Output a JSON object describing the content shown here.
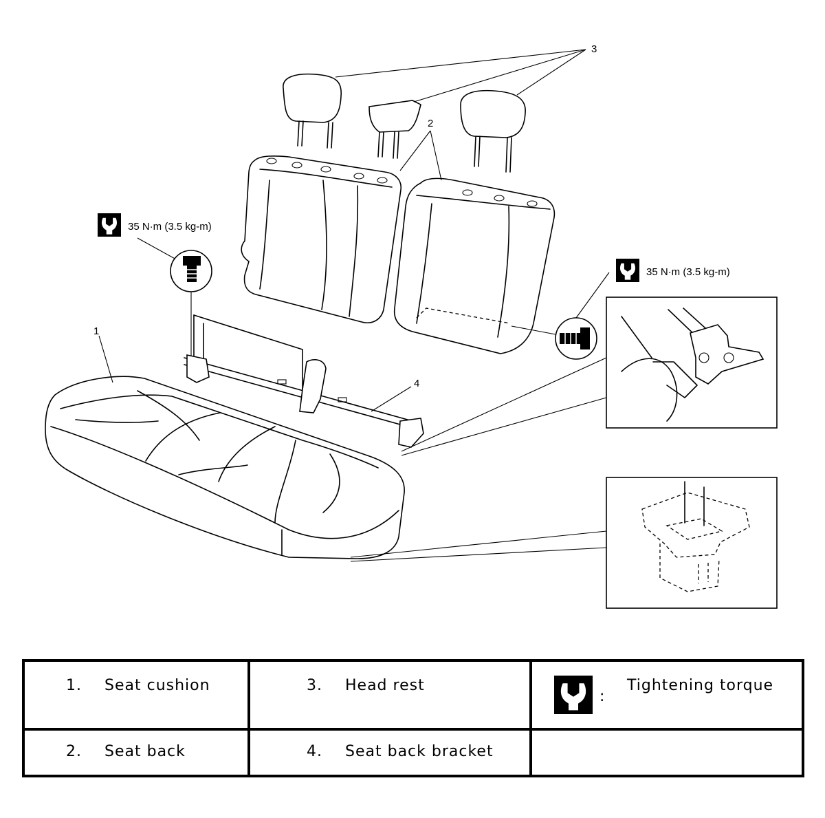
{
  "callouts": {
    "c1": "1",
    "c2": "2",
    "c3": "3",
    "c4": "4"
  },
  "torque": {
    "left_value": "35 N·m (3.5 kg-m)",
    "right_value": "35 N·m (3.5 kg-m)",
    "icon": "torque-wrench-icon"
  },
  "legend": {
    "row1": [
      {
        "num": "1.",
        "label": "Seat cushion"
      },
      {
        "num": "3.",
        "label": "Head rest"
      },
      {
        "label": "Tightening torque",
        "sep": ":"
      }
    ],
    "row2": [
      {
        "num": "2.",
        "label": "Seat back"
      },
      {
        "num": "4.",
        "label": "Seat back bracket"
      }
    ]
  }
}
